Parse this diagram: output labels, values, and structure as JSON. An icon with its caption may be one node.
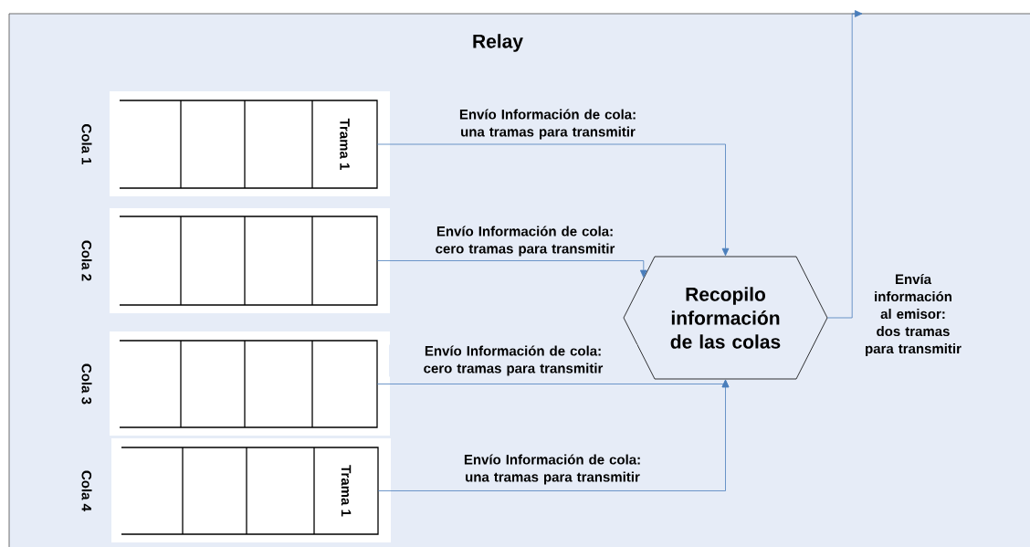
{
  "diagram": {
    "nodes": [
      {
        "text": [
          "Relay"
        ]
      },
      {
        "text": [
          "Trama 1"
        ],
        "beside": [
          "Cola 1"
        ],
        "in": 0
      },
      {
        "text": [],
        "shape": "box",
        "beside": [
          "Cola 2"
        ],
        "in": 0
      },
      {
        "text": [],
        "shape": "box",
        "beside": [
          "Cola 3"
        ],
        "in": 0
      },
      {
        "text": [
          "Trama 1"
        ],
        "beside": [
          "Cola 4"
        ],
        "in": 0
      },
      {
        "text": [
          "Recopilo información de las colas"
        ],
        "in": 0
      }
    ],
    "edges": [
      {
        "from": 1,
        "to": 5,
        "arrow": "to",
        "label": "Envío Información de cola: una tramas para transmitir"
      },
      {
        "from": 2,
        "to": 5,
        "arrow": "to",
        "label": "Envío Información de cola: cero tramas para transmitir"
      },
      {
        "from": 3,
        "to": 5,
        "arrow": "to",
        "label": "Envío Información de cola: cero tramas para transmitir"
      },
      {
        "from": 4,
        "to": 5,
        "arrow": "to",
        "label": "Envío Información de cola: una tramas para transmitir"
      },
      {
        "from": 5,
        "to": null,
        "arrow": "to",
        "label": "Envía información al emisor: dos tramas para transmitir"
      }
    ]
  }
}
